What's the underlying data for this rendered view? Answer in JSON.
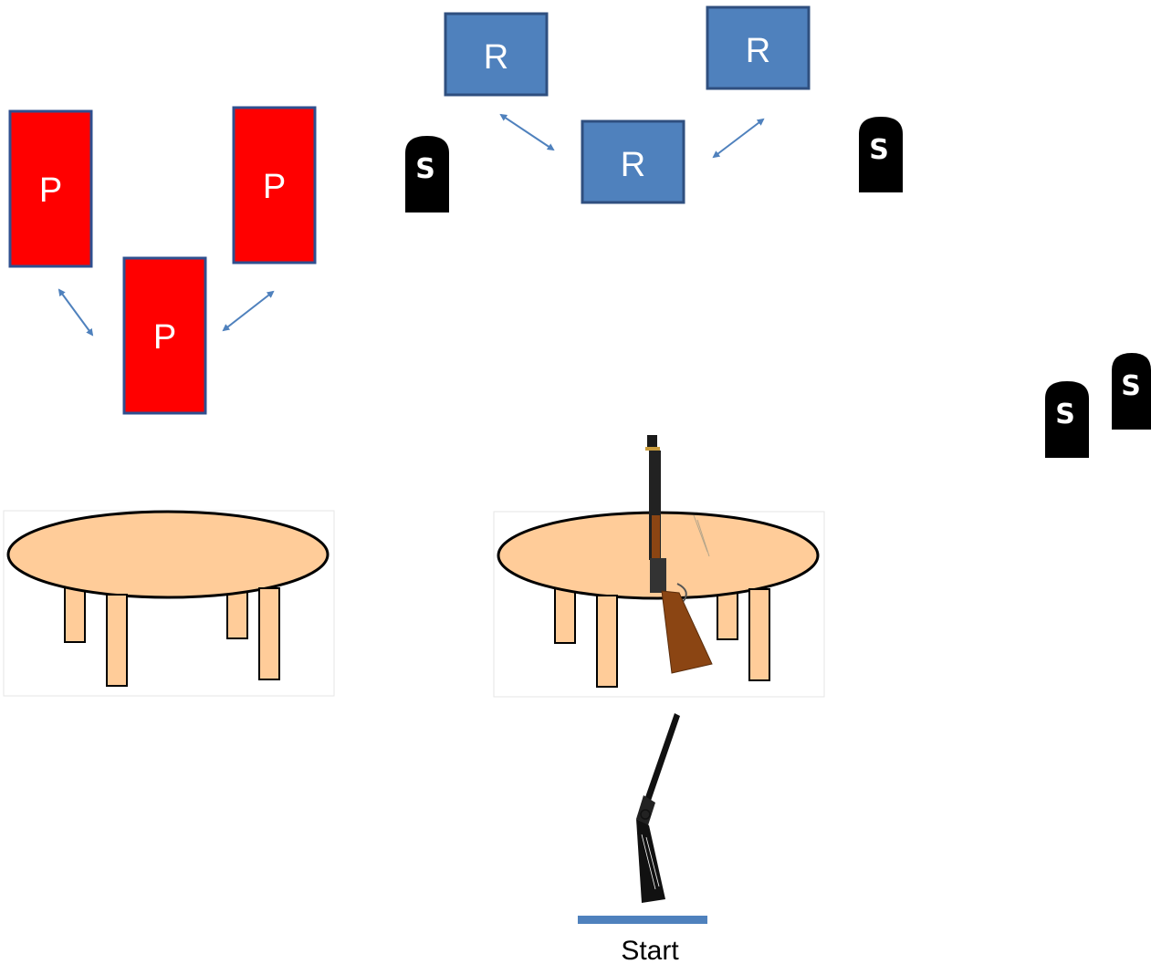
{
  "colors": {
    "pistol_target": "#ff0000",
    "pistol_border": "#2f4f8f",
    "rifle_target": "#4f81bd",
    "rifle_border": "#2f4f7f",
    "arrow": "#4f81bd",
    "table_top": "#ffcc99",
    "table_outline": "#000000",
    "steel": "#000000",
    "start_line": "#4f81bd"
  },
  "pistol_targets": [
    {
      "label": "P"
    },
    {
      "label": "P"
    },
    {
      "label": "P"
    }
  ],
  "rifle_targets": [
    {
      "label": "R"
    },
    {
      "label": "R"
    },
    {
      "label": "R"
    }
  ],
  "steel_targets": [
    {
      "label": "S"
    },
    {
      "label": "S"
    },
    {
      "label": "S"
    },
    {
      "label": "S"
    }
  ],
  "tables": [
    {
      "name": "left-table",
      "prop": "none"
    },
    {
      "name": "right-table",
      "prop": "rifle"
    }
  ],
  "start": {
    "label": "Start",
    "prop": "shotgun"
  },
  "icons": {
    "rifle": "lever-action-rifle-icon",
    "shotgun": "shotgun-icon",
    "steel": "steel-plate-icon",
    "arrow": "double-arrow-icon"
  }
}
